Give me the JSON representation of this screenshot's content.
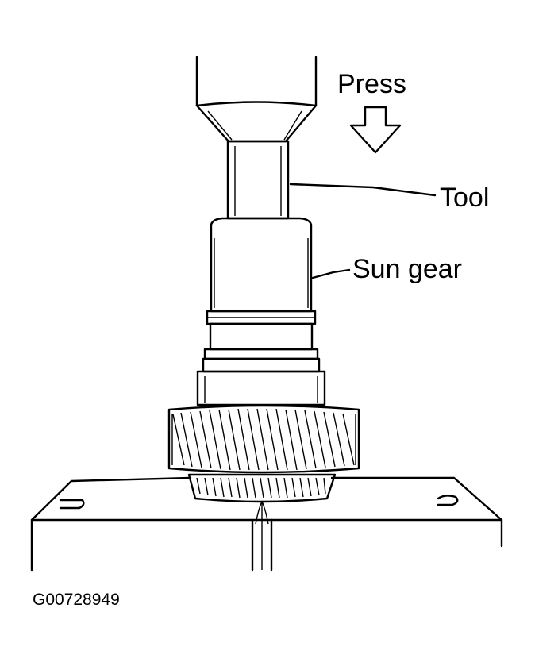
{
  "labels": {
    "press": "Press",
    "tool": "Tool",
    "sun_gear": "Sun gear"
  },
  "figure_code": "G00728949"
}
